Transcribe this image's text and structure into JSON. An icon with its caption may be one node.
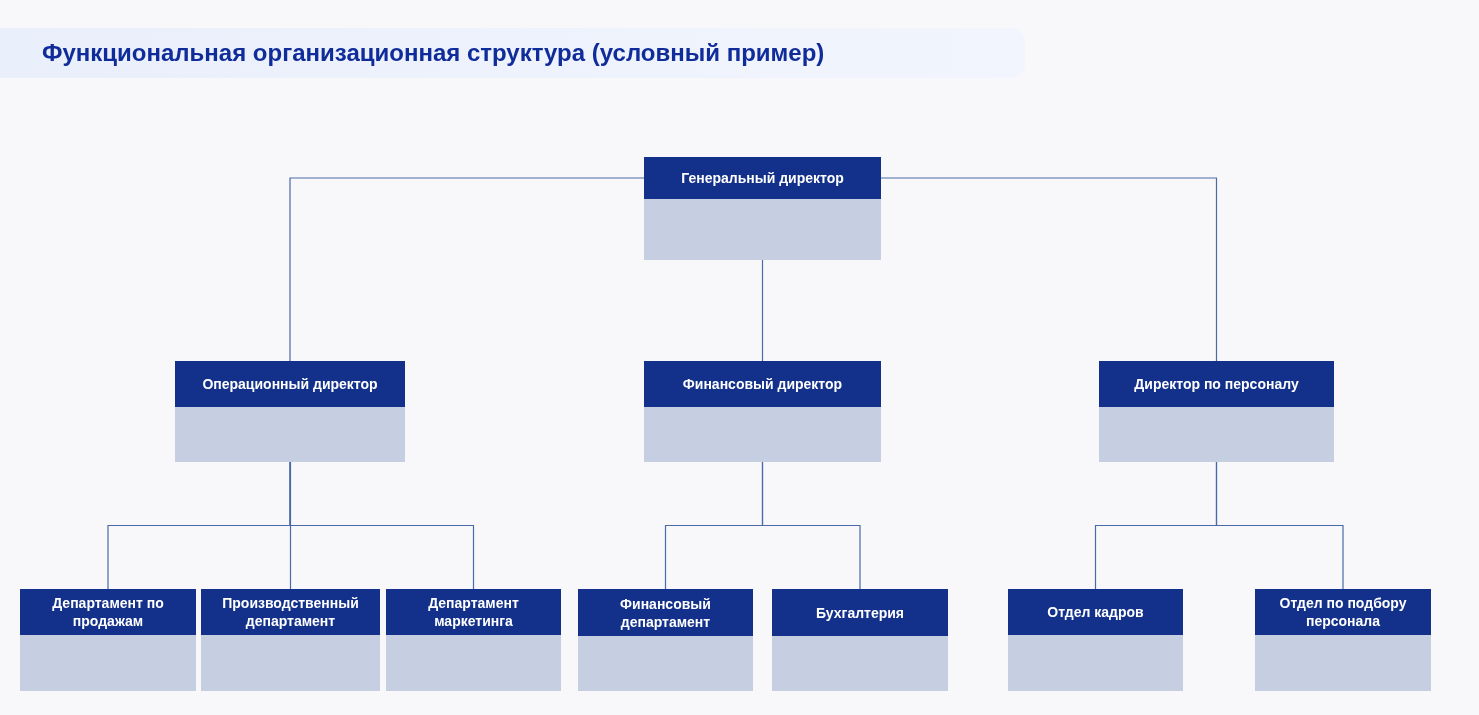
{
  "diagram": {
    "title": "Функциональная организационная структура (условный пример)",
    "nodes": [
      {
        "text": [
          "Генеральный директор"
        ]
      },
      {
        "text": [
          "Операционный директор"
        ]
      },
      {
        "text": [
          "Финансовый директор"
        ]
      },
      {
        "text": [
          "Директор по персоналу"
        ]
      },
      {
        "text": [
          "Департамент по продажам"
        ]
      },
      {
        "text": [
          "Производственный департамент"
        ]
      },
      {
        "text": [
          "Департамент маркетинга"
        ]
      },
      {
        "text": [
          "Финансовый департамент"
        ]
      },
      {
        "text": [
          "Бухгалтерия"
        ]
      },
      {
        "text": [
          "Отдел кадров"
        ]
      },
      {
        "text": [
          "Отдел по подбору персонала"
        ]
      }
    ],
    "edges": [
      {
        "from": 0,
        "to": 1,
        "arrow": "none"
      },
      {
        "from": 0,
        "to": 2,
        "arrow": "none"
      },
      {
        "from": 0,
        "to": 3,
        "arrow": "none"
      },
      {
        "from": 1,
        "to": 4,
        "arrow": "none"
      },
      {
        "from": 1,
        "to": 5,
        "arrow": "none"
      },
      {
        "from": 1,
        "to": 6,
        "arrow": "none"
      },
      {
        "from": 2,
        "to": 7,
        "arrow": "none"
      },
      {
        "from": 2,
        "to": 8,
        "arrow": "none"
      },
      {
        "from": 3,
        "to": 9,
        "arrow": "none"
      },
      {
        "from": 3,
        "to": 10,
        "arrow": "none"
      }
    ]
  }
}
